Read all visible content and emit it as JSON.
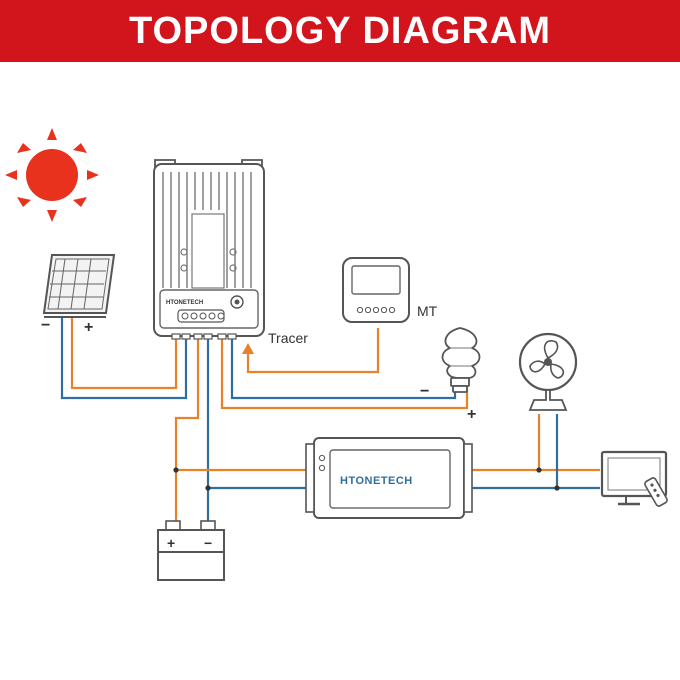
{
  "header": {
    "title": "TOPOLOGY DIAGRAM",
    "background": "#d2141c"
  },
  "colors": {
    "positive_wire": "#e8822a",
    "negative_wire": "#2f6fa0",
    "sun": "#e8321e",
    "device_outline": "#555555"
  },
  "controller": {
    "brand": "HTONETECH"
  },
  "remote_meter": {
    "label": "MT",
    "icon": "display-meter-icon"
  },
  "connection": {
    "label": "Tracer"
  },
  "solar_panel": {
    "icon": "solar-panel-icon",
    "neg_symbol": "−",
    "pos_symbol": "+"
  },
  "load_bulb": {
    "icon": "light-bulb-icon",
    "neg_symbol": "−",
    "pos_symbol": "+"
  },
  "battery": {
    "icon": "battery-icon",
    "pos_symbol": "+",
    "neg_symbol": "−"
  },
  "inverter": {
    "brand": "HTONETECH",
    "icon": "inverter-icon"
  },
  "ac_loads": {
    "fan_icon": "fan-icon",
    "tv_icon": "television-icon"
  }
}
